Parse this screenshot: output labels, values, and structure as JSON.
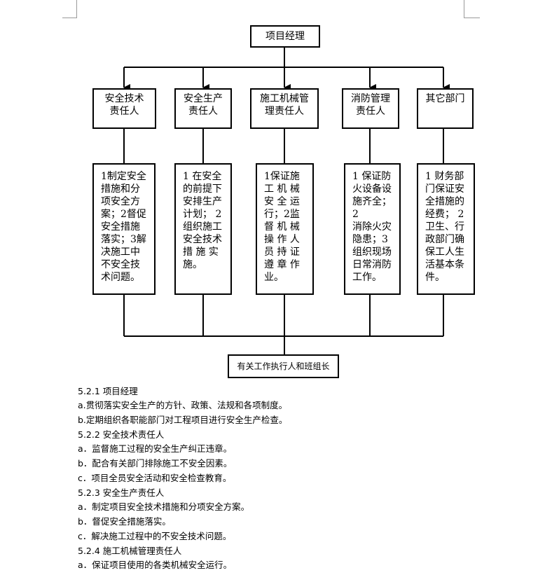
{
  "chart": {
    "manager": "项目经理",
    "roles": [
      {
        "title": "安全技术\n责任人",
        "duties": "1制定安全\n措施和分\n项安全方\n案；2督促\n安全措施\n落实；3解\n决施工中\n不安全技\n术问题。"
      },
      {
        "title": "安全生产\n责任人",
        "duties": "1 在安全\n的前提下\n安排生产\n计划； 2\n组织施工\n安全技术\n措 施 实\n施。"
      },
      {
        "title": "施工机械管\n理责任人",
        "duties": "1保证施\n工 机 械\n安 全 运\n行；2监\n督 机 械\n操 作 人\n员 持 证\n遵 章 作\n业。"
      },
      {
        "title": "消防管理\n责任人",
        "duties": "1 保证防\n火设备设\n施齐全；2\n消除火灾\n隐患；3\n组织现场\n日常消防\n工作。"
      },
      {
        "title": "其它部门",
        "duties": "1 财务部\n门保证安\n全措施的\n经费； 2\n卫生、行\n政部门确\n保工人生\n活基本条\n件。"
      }
    ],
    "bottom": "有关工作执行人和班组长"
  },
  "sections": [
    {
      "heading": "5.2.1  项目经理",
      "items": [
        "a.贯彻落实安全生产的方针、政策、法规和各项制度。",
        "b.定期组织各职能部门对工程项目进行安全生产检查。"
      ]
    },
    {
      "heading": "5.2.2  安全技术责任人",
      "items": [
        "a．监督施工过程的安全生产纠正违章。",
        "b．配合有关部门排除施工不安全因素。",
        "c．项目全员安全活动和安全检查教育。"
      ]
    },
    {
      "heading": "5.2.3  安全生产责任人",
      "items": [
        "a．制定项目安全技术措施和分项安全方案。",
        "b．督促安全措施落实。",
        "c．解决施工过程中的不安全技术问题。"
      ]
    },
    {
      "heading": "5.2.4  施工机械管理责任人",
      "items": [
        "a．保证项目使用的各类机械安全运行。"
      ]
    }
  ]
}
